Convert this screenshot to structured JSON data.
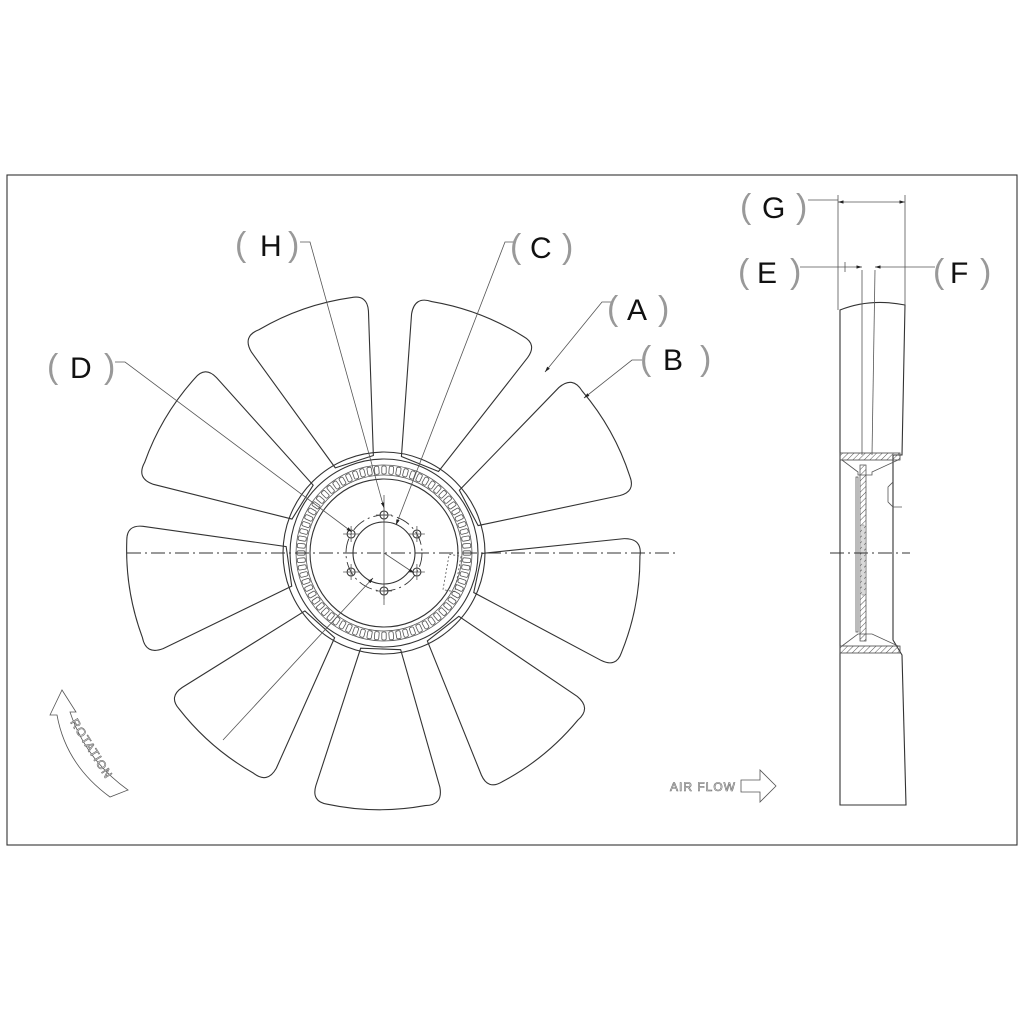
{
  "drawing": {
    "labels": {
      "A": "A",
      "B": "B",
      "C": "C",
      "D": "D",
      "E": "E",
      "F": "F",
      "G": "G",
      "H": "H"
    },
    "notes": {
      "rotation": "ROTATION",
      "air_flow": "AIR FLOW"
    },
    "blade_count": 9,
    "line_color": "#333333"
  }
}
